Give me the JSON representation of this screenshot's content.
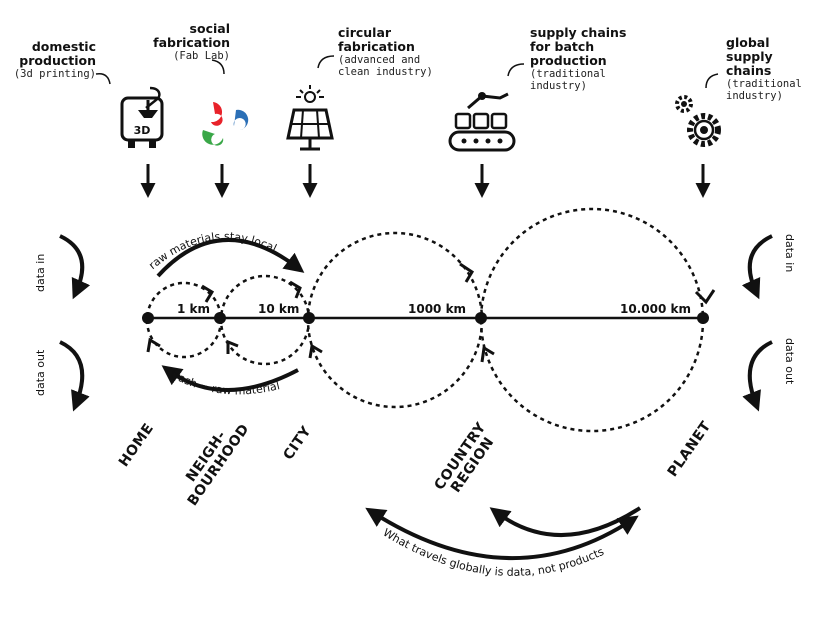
{
  "levels": [
    {
      "title": "domestic\nproduction",
      "subtitle": "(3d printing)",
      "scale": "HOME"
    },
    {
      "title": "social\nfabrication",
      "subtitle": "(Fab Lab)",
      "scale": "NEIGH-\nBOURHOOD"
    },
    {
      "title": "circular\nfabrication",
      "subtitle": "(advanced and\nclean industry)",
      "scale": "CITY"
    },
    {
      "title": "supply chains\nfor batch\nproduction",
      "subtitle": "(traditional\nindustry)",
      "scale": "COUNTRY\nREGION"
    },
    {
      "title": "global\nsupply\nchains",
      "subtitle": "(traditional\nindustry)",
      "scale": "PLANET"
    }
  ],
  "distances": [
    "1 km",
    "10 km",
    "1000 km",
    "10.000 km"
  ],
  "arc_labels": {
    "top": "raw materials stay local",
    "bottom": "trash = raw material",
    "global": "What travels globally is data, not products"
  },
  "side_labels": {
    "left_in": "data in",
    "left_out": "data out",
    "right_in": "data in",
    "right_out": "data out"
  },
  "printer_label": "3D",
  "colors": {
    "ink": "#111111",
    "fab_red": "#e8222a",
    "fab_green": "#3aa748",
    "fab_blue": "#2b6fb6"
  }
}
